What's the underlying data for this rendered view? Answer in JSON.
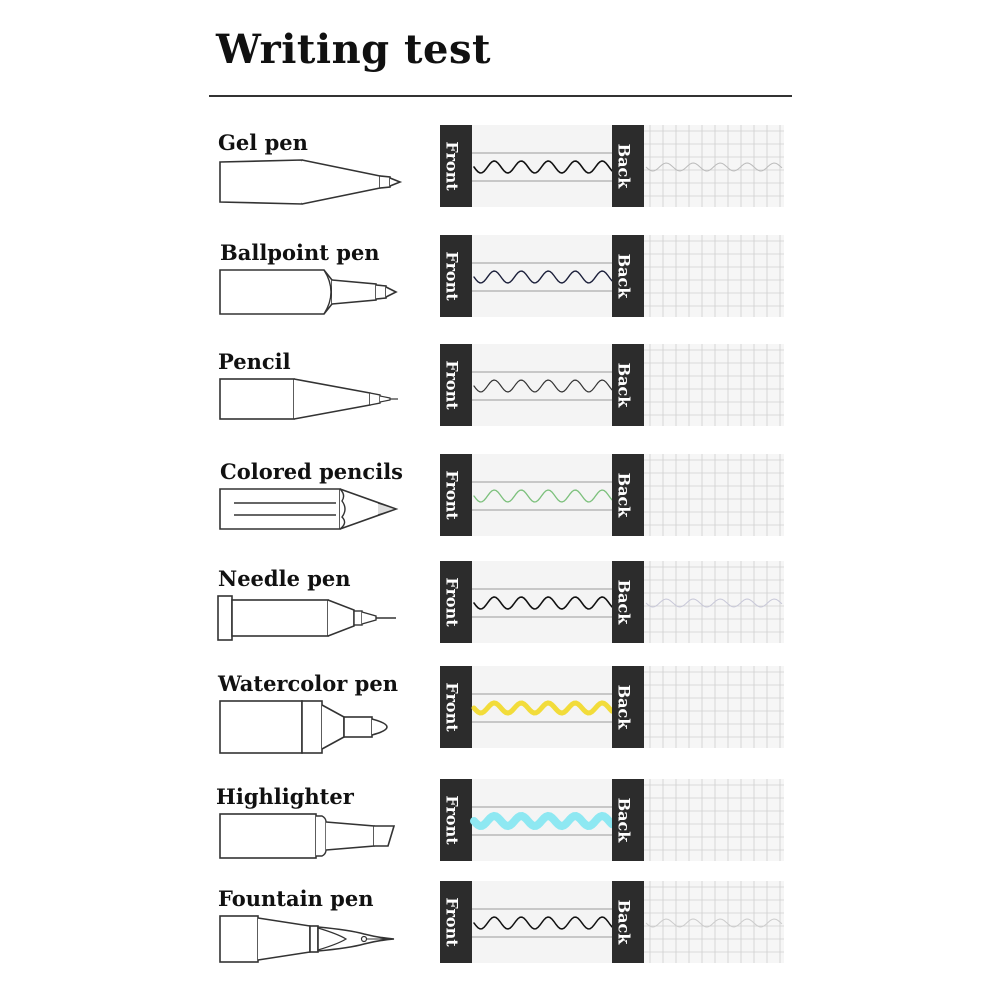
{
  "title": "Writing test",
  "front_label": "Front",
  "back_label": "Back",
  "rows": [
    {
      "label": "Gel pen",
      "icon": "gel-pen-icon",
      "ink": "#111111",
      "ink_width": 1.6,
      "back_trace": "#bbbbbb"
    },
    {
      "label": "Ballpoint pen",
      "icon": "ballpoint-pen-icon",
      "ink": "#1b1f3a",
      "ink_width": 1.4,
      "back_trace": null
    },
    {
      "label": "Pencil",
      "icon": "pencil-icon",
      "ink": "#333333",
      "ink_width": 1.2,
      "back_trace": null
    },
    {
      "label": "Colored pencils",
      "icon": "colored-pencil-icon",
      "ink": "#7cc07c",
      "ink_width": 1.3,
      "back_trace": null
    },
    {
      "label": "Needle pen",
      "icon": "needle-pen-icon",
      "ink": "#111111",
      "ink_width": 1.6,
      "back_trace": "#c8c8d8"
    },
    {
      "label": "Watercolor pen",
      "icon": "watercolor-pen-icon",
      "ink": "#f2dc3a",
      "ink_width": 5,
      "back_trace": null
    },
    {
      "label": "Highlighter",
      "icon": "highlighter-icon",
      "ink": "#8ee8f2",
      "ink_width": 8,
      "back_trace": null
    },
    {
      "label": "Fountain pen",
      "icon": "fountain-pen-icon",
      "ink": "#111111",
      "ink_width": 1.5,
      "back_trace": "#cccccc"
    }
  ]
}
